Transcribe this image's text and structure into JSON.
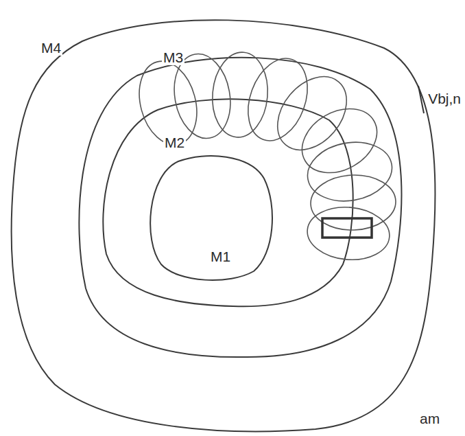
{
  "diagram": {
    "labels": [
      "M4",
      "M3",
      "M2",
      "M1",
      "Vbj,n",
      "am"
    ]
  }
}
